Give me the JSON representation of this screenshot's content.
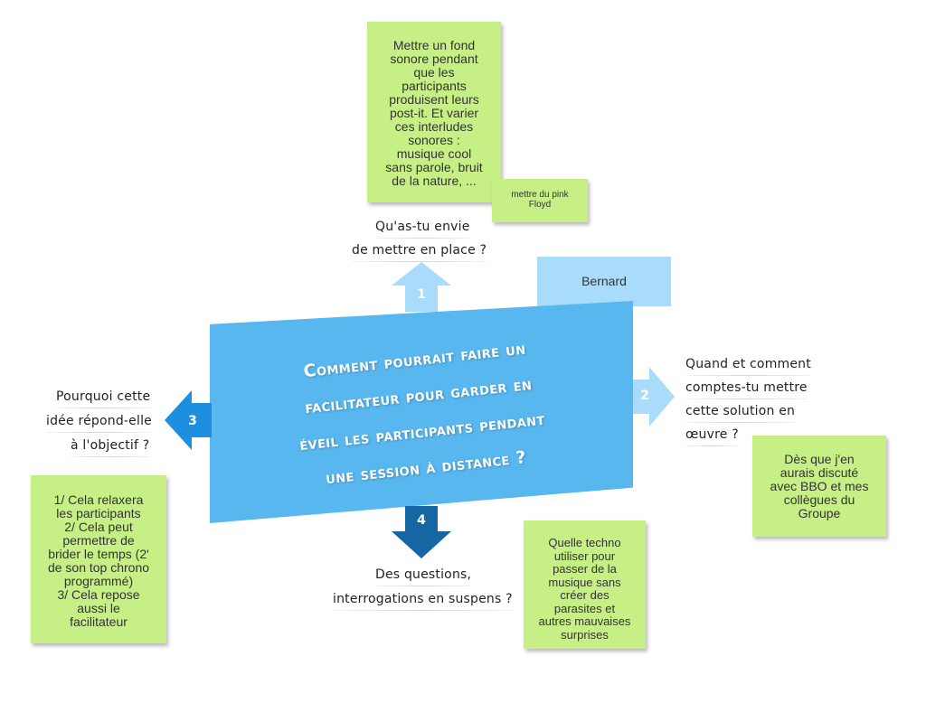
{
  "central_question": "Comment pourrait faire un\nfacilitateur pour garder en\néveil les participants pendant\nune session à distance ?",
  "name_tag": "Bernard",
  "arrows": [
    {
      "number": "1",
      "direction": "up",
      "color": "#a9dcfb"
    },
    {
      "number": "2",
      "direction": "right",
      "color": "#a9dcfb"
    },
    {
      "number": "3",
      "direction": "left",
      "color": "#1d8fe0"
    },
    {
      "number": "4",
      "direction": "down",
      "color": "#1566a3"
    }
  ],
  "prompts": {
    "top": {
      "lines": [
        "Qu'as-tu envie",
        "de mettre en place ?"
      ]
    },
    "right": {
      "lines": [
        "Quand et comment",
        "comptes-tu mettre",
        "cette solution en",
        "œuvre ?"
      ]
    },
    "left": {
      "lines": [
        "Pourquoi cette",
        "idée répond-elle",
        "à l'objectif ?"
      ]
    },
    "bottom": {
      "lines": [
        "Des questions,",
        "interrogations en suspens ?"
      ]
    }
  },
  "stickies": {
    "top_main": "Mettre un fond\nsonore pendant\nque les\nparticipants\nproduisent leurs\npost-it. Et varier\nces interludes\nsonores :\nmusique cool\nsans parole, bruit\nde la nature, ...",
    "top_small": "mettre du pink\nFloyd",
    "right": "Dès que j'en\naurais discuté\navec BBO et mes\ncollègues du\nGroupe",
    "left": "1/ Cela relaxera\nles participants\n2/ Cela peut\npermettre de\nbrider le temps (2'\nde son top chrono\nprogrammé)\n3/ Cela repose\naussi le\nfacilitateur",
    "bottom": "Quelle techno\nutiliser pour\npasser de la\nmusique sans\ncréer des\nparasites et\nautres mauvaises\nsurprises"
  },
  "colors": {
    "central": "#58b7ef",
    "sticky": "#c6ef86",
    "name_tag": "#a9dcfb"
  }
}
